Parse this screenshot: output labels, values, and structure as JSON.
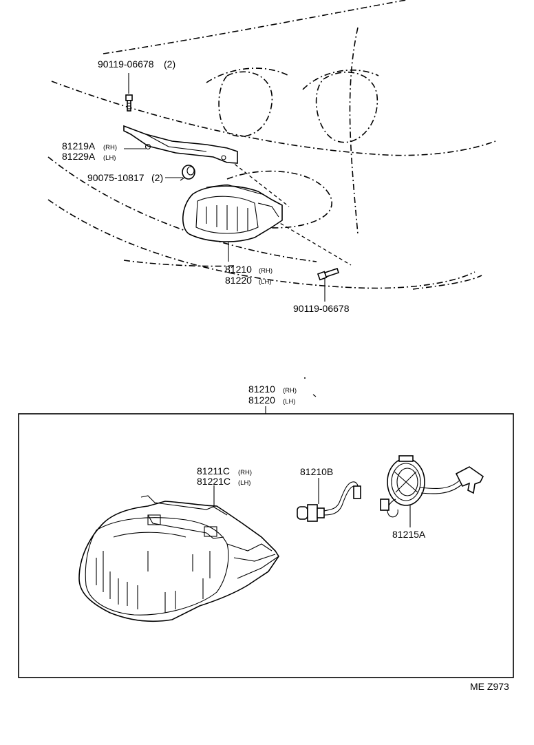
{
  "labels": {
    "bolt_top": {
      "part": "90119-06678",
      "qty": "(2)"
    },
    "bracket": {
      "rh_part": "81219A",
      "rh": "(RH)",
      "lh_part": "81229A",
      "lh": "(LH)"
    },
    "grommet": {
      "part": "90075-10817",
      "qty": "(2)"
    },
    "lamp_top": {
      "rh_part": "81210",
      "rh": "(RH)",
      "lh_part": "81220",
      "lh": "(LH)"
    },
    "bolt_bottom": {
      "part": "90119-06678"
    },
    "assy": {
      "rh_part": "81210",
      "rh": "(RH)",
      "lh_part": "81220",
      "lh": "(LH)"
    },
    "housing": {
      "rh_part": "81211C",
      "rh": "(RH)",
      "lh_part": "81221C",
      "lh": "(LH)"
    },
    "bulb": {
      "part": "81210B"
    },
    "socket": {
      "part": "81215A"
    },
    "code": "ME Z973"
  }
}
